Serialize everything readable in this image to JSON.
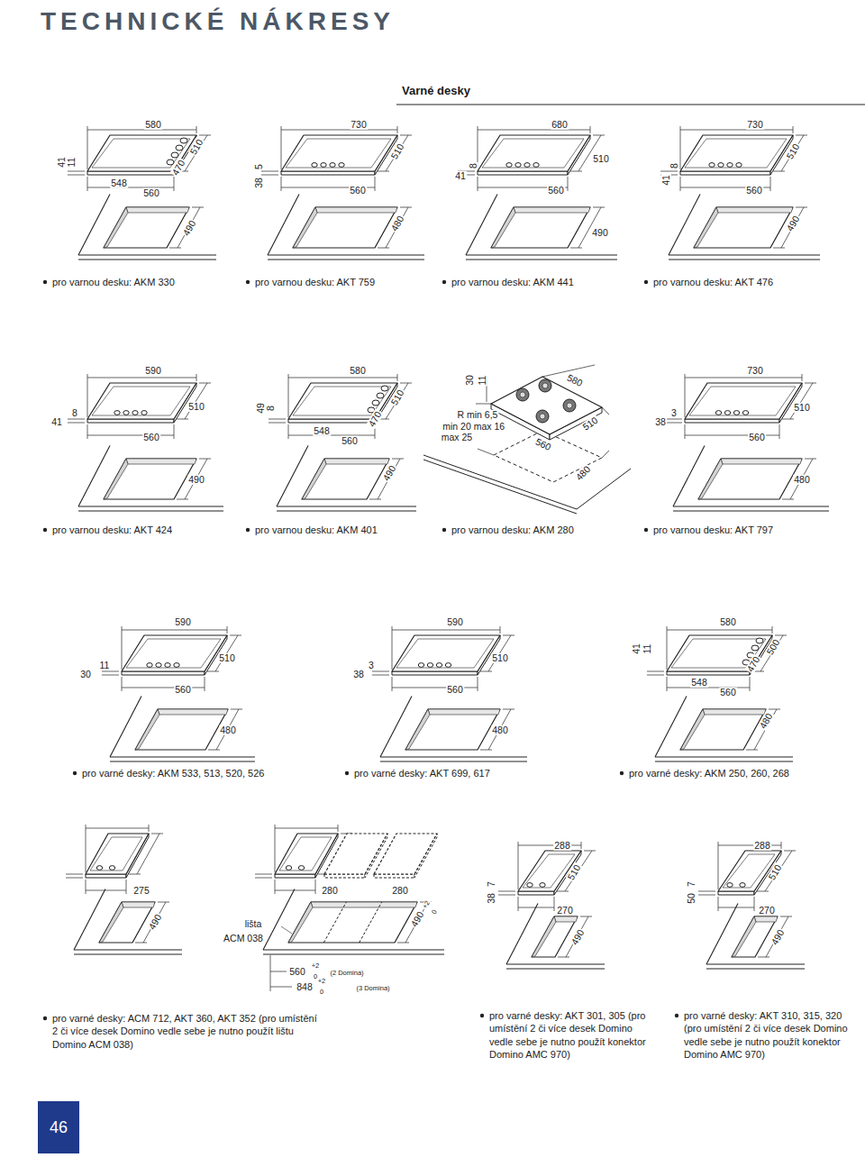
{
  "diagram": {
    "title": "TECHNICKÉ NÁKRESY",
    "nodes": [
      {
        "text": [
          "46"
        ]
      }
    ],
    "labels": [
      "Varné desky",
      "580",
      "41",
      "11",
      "548",
      "560",
      "470",
      "510",
      "490",
      "pro varnou desku: AKM 330",
      "730",
      "5",
      "38",
      "510",
      "560",
      "480",
      "pro varnou desku: AKT 759",
      "680",
      "41",
      "8",
      "510",
      "560",
      "490",
      "pro varnou desku: AKM 441",
      "730",
      "41",
      "8",
      "510",
      "560",
      "490",
      "pro varnou desku: AKT 476",
      "590",
      "41",
      "8",
      "510",
      "560",
      "490",
      "pro varnou desku: AKT 424",
      "580",
      "49",
      "8",
      "548",
      "560",
      "470",
      "510",
      "490",
      "pro varnou desku: AKM 401",
      "30",
      "11",
      "580",
      "R min 6,5",
      "min 20",
      "max 16",
      "max 25",
      "510",
      "560",
      "480",
      "pro varnou desku: AKM 280",
      "730",
      "38",
      "3",
      "510",
      "560",
      "480",
      "pro varnou desku: AKT 797",
      "590",
      "30",
      "11",
      "510",
      "560",
      "480",
      "pro varné desky: AKM 533, 513, 520, 526",
      "590",
      "38",
      "3",
      "510",
      "560",
      "480",
      "pro varné desky: AKT 699, 617",
      "580",
      "41",
      "11",
      "548",
      "560",
      "470",
      "500",
      "480",
      "pro varné desky: AKM 250, 260, 268",
      "275",
      "490",
      "280",
      "280",
      "lišta",
      "ACM 038",
      "490",
      "+2",
      "0",
      "560",
      "+2",
      "0",
      "(2 Domina)",
      "848",
      "+2",
      "0",
      "(3 Domina)",
      "288",
      "510",
      "38",
      "7",
      "270",
      "490",
      "288",
      "510",
      "50",
      "7",
      "270",
      "490",
      "pro varné desky: ACM 712, AKT 360, AKT 352 (pro umístění 2 či více desek Domino vedle sebe je nutno použít lištu Domino ACM 038)",
      "pro varné desky: AKT 301, 305 (pro umístění 2 či více desek Domino vedle sebe je nutno použít konektor Domino AMC 970)",
      "pro varné desky: AKT 310, 315, 320 (pro umístění 2 či více desek Domino vedle sebe je nutno použít konektor Domino AMC 970)"
    ]
  }
}
